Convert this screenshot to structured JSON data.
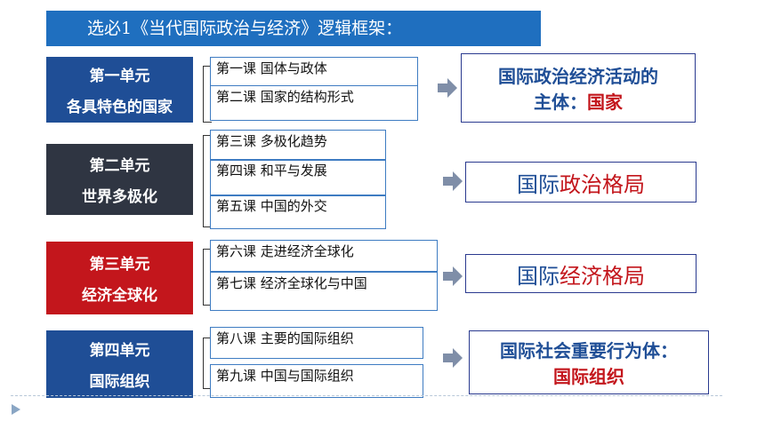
{
  "title": "选必1《当代国际政治与经济》逻辑框架：",
  "units": [
    {
      "line1": "第一单元",
      "line2": "各具特色的国家"
    },
    {
      "line1": "第二单元",
      "line2": "世界多极化"
    },
    {
      "line1": "第三单元",
      "line2": "经济全球化"
    },
    {
      "line1": "第四单元",
      "line2": "国际组织"
    }
  ],
  "lessons": [
    "第一课  国体与政体",
    "第二课    国家的结构形式",
    "第三课  多极化趋势",
    "第四课    和平与发展",
    "第五课    中国的外交",
    "第六课  走进经济全球化",
    "第七课  经济全球化与中国",
    "第八课  主要的国际组织",
    "第九课  中国与国际组织"
  ],
  "results": [
    {
      "part1": "国际政治经济活动的",
      "part2": "主体：",
      "highlight": "国家"
    },
    {
      "part1": "国际",
      "highlight": "政治格局"
    },
    {
      "part1": "国际",
      "highlight": "经济格局"
    },
    {
      "part1": "国际社会重要行为体：",
      "highlight": "国际组织"
    }
  ],
  "colors": {
    "title_bg": "#1f6fbf",
    "unit_blue": "#1f4e96",
    "unit_dark": "#2f3542",
    "unit_red": "#c3161c",
    "highlight_red": "#c3161c",
    "arrow": "#7f8ea8"
  }
}
